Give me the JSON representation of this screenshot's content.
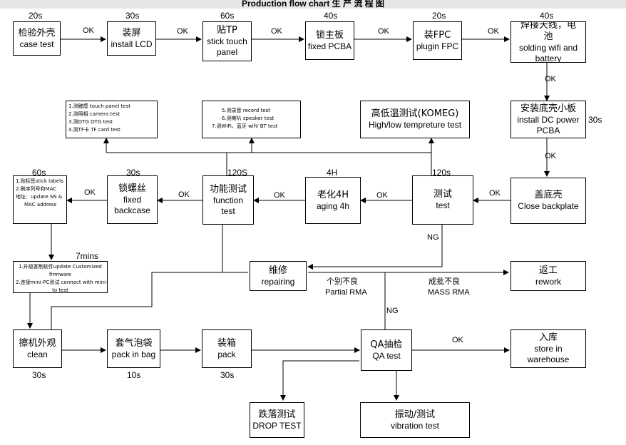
{
  "title": "Production flow chart  生    产    流    程    图",
  "boxes": {
    "case_test": {
      "zh": "检验外壳",
      "en": "case test"
    },
    "install_lcd": {
      "zh": "装屏",
      "en": "install LCD"
    },
    "stick_touch": {
      "zh": "贴TP",
      "en1": "stick touch",
      "en2": "panel"
    },
    "fixed_pcba": {
      "zh": "锁主板",
      "en": "fixed PCBA"
    },
    "plugin_fpc": {
      "zh": "装FPC",
      "en": "plugin FPC"
    },
    "solding_wifi": {
      "zh1": "焊接天线，电",
      "zh2": "池",
      "en1": "solding wifi and",
      "en2": "battery"
    },
    "install_dc": {
      "zh": "安装底壳小板",
      "en1": "install DC power",
      "en2": "PCBA"
    },
    "close_backplate": {
      "zh": "盖底壳",
      "en": "Close backplate"
    },
    "test": {
      "zh": "测试",
      "en": "test"
    },
    "aging": {
      "zh": "老化4H",
      "en": "aging 4h"
    },
    "function_test": {
      "zh": "功能测试",
      "en1": "function",
      "en2": "test"
    },
    "fixed_backcase": {
      "zh": "锁螺丝",
      "en1": "fixed",
      "en2": "backcase"
    },
    "high_low_temp": {
      "zh": "高低温测试(KOMEG)",
      "en": "High/low tempreture test"
    },
    "repairing": {
      "zh": "维修",
      "en": "repairing"
    },
    "rework": {
      "zh": "返工",
      "en": "rework"
    },
    "clean": {
      "zh": "擦机外观",
      "en": "clean"
    },
    "pack_in_bag": {
      "zh": "套气泡袋",
      "en": "pack in bag"
    },
    "pack": {
      "zh": "装箱",
      "en": "pack"
    },
    "qa_test": {
      "zh": "QA抽检",
      "en": "QA test"
    },
    "store": {
      "zh": "入库",
      "en1": "store in",
      "en2": "warehouse"
    },
    "drop_test": {
      "zh": "跌落测试",
      "en": "DROP TEST"
    },
    "vibration": {
      "zh": "振动/测试",
      "en": "vibration test"
    }
  },
  "notes": {
    "touch_camera": [
      "1.测触摸 touch panel test",
      "2.测照相 camera test",
      "3.测OTG  OTG test",
      "4.测TF卡  TF card test"
    ],
    "record_speaker": [
      "5.测录音  record test",
      "6.测喇叭   speaker test",
      "7.测WiFi、蓝牙 wifi/ BT test"
    ],
    "labels": [
      "1.贴标签stick labels",
      "2.刷序列号和MAC",
      "地址：update SN &",
      "MAC address"
    ],
    "firmware": [
      "1.升级客制软件update Customized",
      "firmware",
      "2.连接mini-PC测试 connect with mini-PC",
      "to test"
    ]
  },
  "times": {
    "case_test": "20s",
    "install_lcd": "30s",
    "stick_touch": "60s",
    "fixed_pcba": "40s",
    "plugin_fpc": "20s",
    "solding_wifi": "40s",
    "install_dc": "30s",
    "labels": "60s",
    "fixed_backcase": "30s",
    "function_test": "120S",
    "aging": "4H",
    "test": "120s",
    "firmware": "7mins",
    "clean": "30s",
    "pack_in_bag": "10s",
    "pack": "30s"
  },
  "labels": {
    "ok": "OK",
    "ng": "NG",
    "partial_zh": "个别不良",
    "partial_en": "Partial RMA",
    "mass_zh": "成批不良",
    "mass_en": "MASS RMA"
  }
}
